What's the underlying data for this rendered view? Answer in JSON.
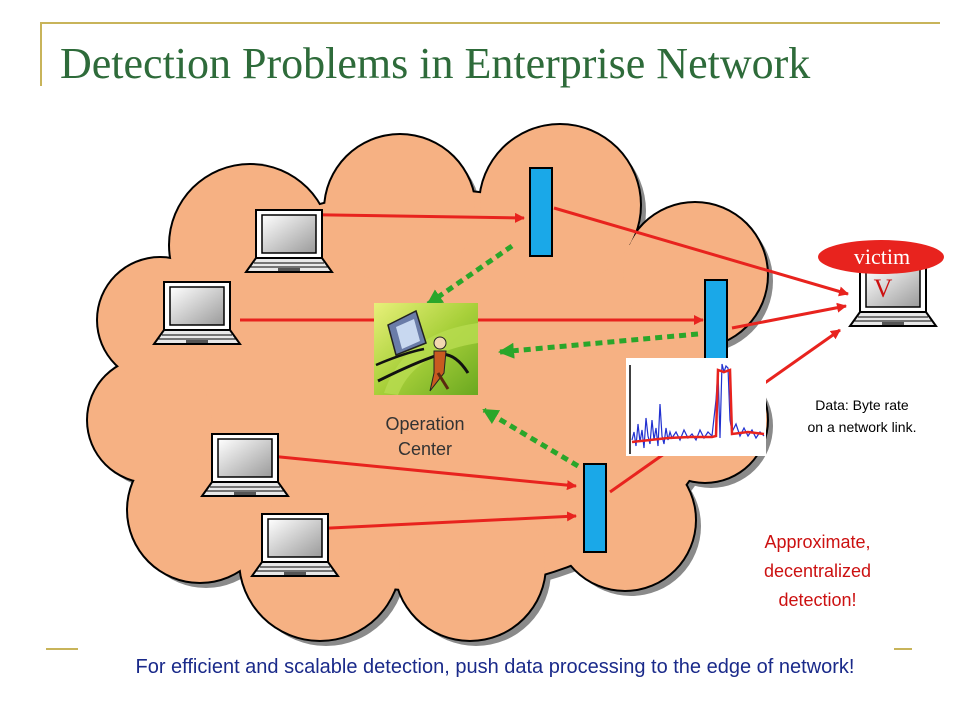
{
  "slide": {
    "title": "Detection Problems in Enterprise Network",
    "bottom_note": "For efficient and scalable detection, push data processing to the edge of network!"
  },
  "diagram": {
    "operation_center_label": "Operation\nCenter",
    "victim_badge": "victim",
    "victim_letter": "V",
    "data_caption": "Data: Byte rate\non a network link.",
    "approach_note": "Approximate,\ndecentralized\ndetection!",
    "node_icons": [
      "laptop-icon",
      "router-icon",
      "operation-center-icon"
    ],
    "colors": {
      "cloud": "#f6b183",
      "router": "#1aa8e8",
      "traffic_arrow": "#e8231e",
      "report_arrow": "#2aa62a",
      "title": "#2e6b3a",
      "victim_badge": "#e8231e"
    }
  }
}
